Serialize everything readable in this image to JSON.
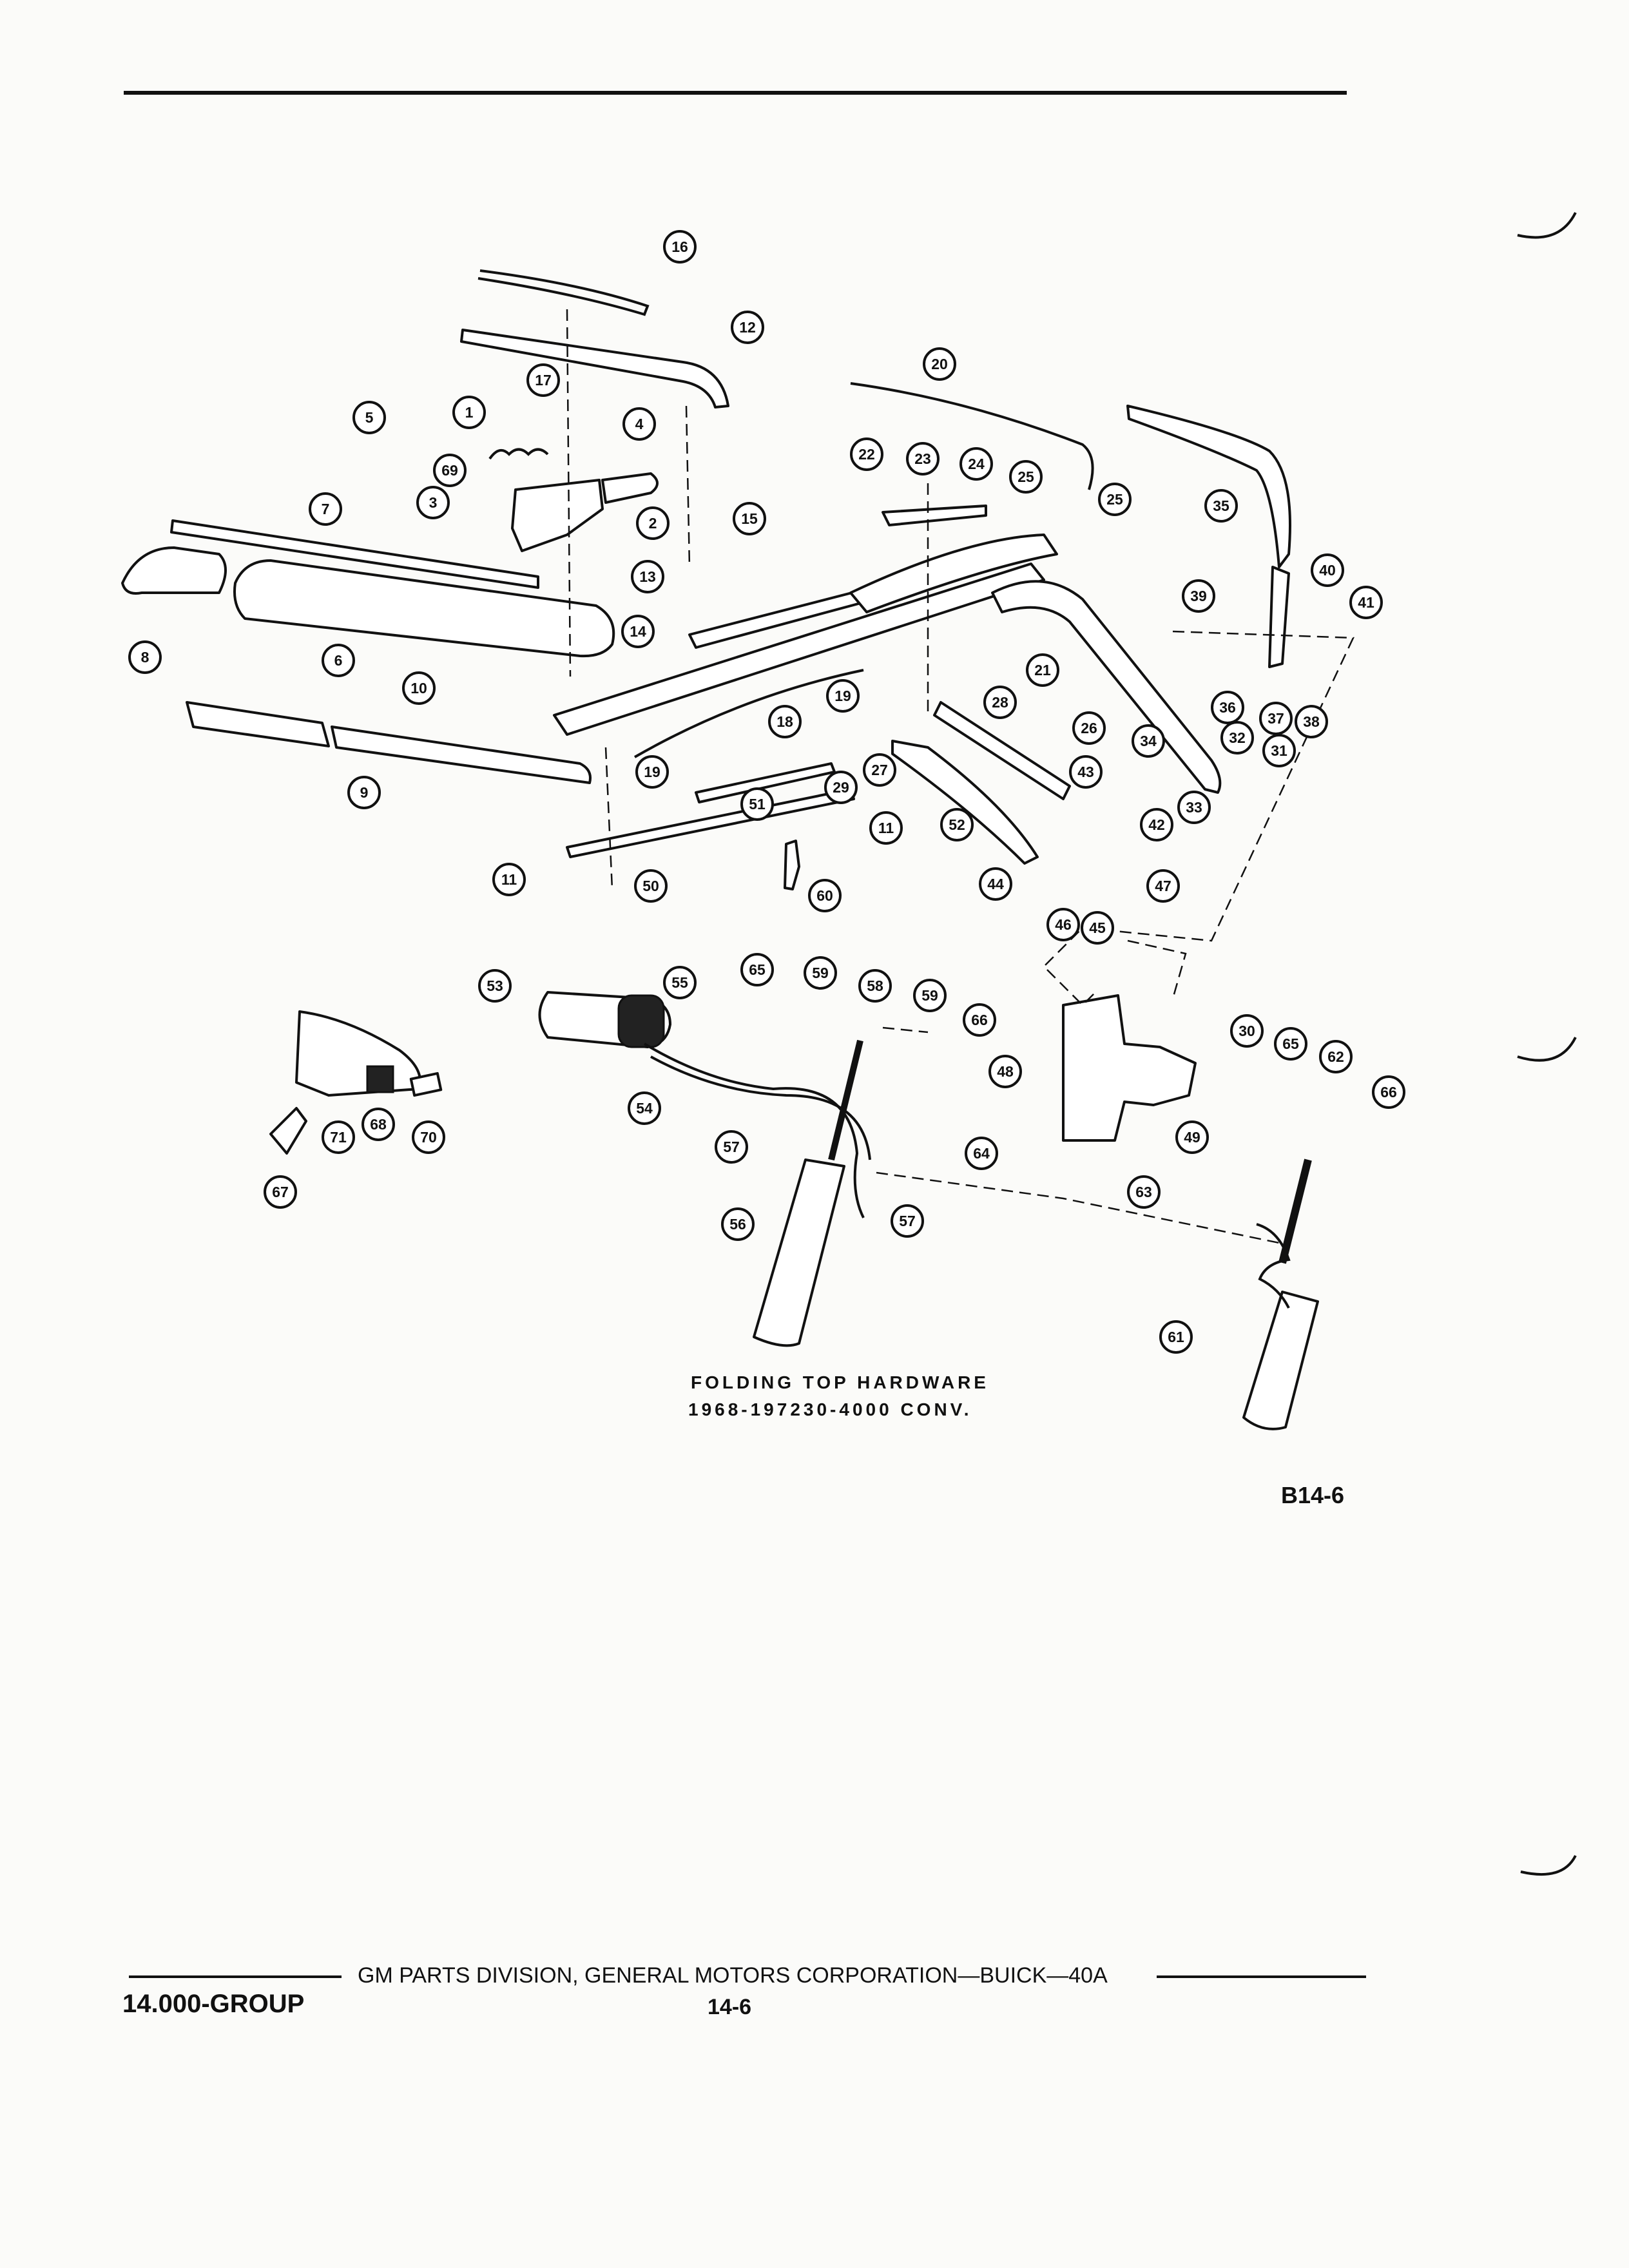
{
  "caption": {
    "line1": "FOLDING TOP HARDWARE",
    "line2": "1968-197230-4000 CONV."
  },
  "figure_code": "B14-6",
  "footer": {
    "company": "GM PARTS DIVISION,  GENERAL MOTORS CORPORATION—BUICK—40A",
    "group": "14.000-GROUP",
    "page": "14-6"
  },
  "callouts": {
    "c1": "1",
    "c2": "2",
    "c3": "3",
    "c4": "4",
    "c5": "5",
    "c6": "6",
    "c7": "7",
    "c8": "8",
    "c9": "9",
    "c10": "10",
    "c11a": "11",
    "c11b": "11",
    "c12": "12",
    "c13": "13",
    "c14": "14",
    "c15": "15",
    "c16": "16",
    "c17": "17",
    "c18": "18",
    "c19a": "19",
    "c19b": "19",
    "c20": "20",
    "c21": "21",
    "c22": "22",
    "c23": "23",
    "c24": "24",
    "c25a": "25",
    "c25b": "25",
    "c26": "26",
    "c27": "27",
    "c28": "28",
    "c29": "29",
    "c30": "30",
    "c31": "31",
    "c32": "32",
    "c33": "33",
    "c34": "34",
    "c35": "35",
    "c36": "36",
    "c37": "37",
    "c38": "38",
    "c39": "39",
    "c40": "40",
    "c41": "41",
    "c42": "42",
    "c43": "43",
    "c44": "44",
    "c45": "45",
    "c46": "46",
    "c47": "47",
    "c48": "48",
    "c49": "49",
    "c50": "50",
    "c51": "51",
    "c52": "52",
    "c53": "53",
    "c54": "54",
    "c55": "55",
    "c56": "56",
    "c57a": "57",
    "c57b": "57",
    "c58": "58",
    "c59a": "59",
    "c59b": "59",
    "c60": "60",
    "c61": "61",
    "c62": "62",
    "c63": "63",
    "c64": "64",
    "c65a": "65",
    "c65b": "65",
    "c66a": "66",
    "c66b": "66",
    "c67": "67",
    "c68": "68",
    "c69": "69",
    "c70": "70",
    "c71": "71"
  }
}
